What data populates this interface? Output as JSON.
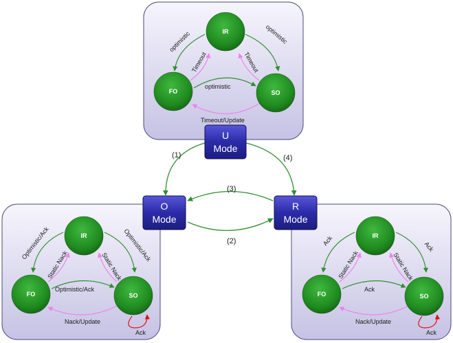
{
  "colors": {
    "panel_fill_top": "#f3f2fa",
    "panel_fill_bottom": "#c9c6e6",
    "panel_stroke": "#4b4a7e",
    "state_fill": "#2f9a2f",
    "state_fill_dark": "#1d6e1d",
    "mode_fill": "#2a2a9c",
    "mode_fill_light": "#4a4ad0",
    "green_arrow": "#2f8f2f",
    "pink_arrow": "#ee82ee",
    "red_arrow": "#e01010"
  },
  "modes": {
    "u": {
      "line1": "U",
      "line2": "Mode"
    },
    "o": {
      "line1": "O",
      "line2": "Mode"
    },
    "r": {
      "line1": "R",
      "line2": "Mode"
    }
  },
  "mode_transitions": {
    "u_to_o": "(1)",
    "o_to_r": "(2)",
    "r_to_o": "(3)",
    "u_to_r": "(4)"
  },
  "u_panel": {
    "states": {
      "ir": "IR",
      "fo": "FO",
      "so": "SO"
    },
    "labels": {
      "fo_to_ir": "optimistic",
      "ir_to_so": "optimistic",
      "ir_to_fo": "Timeout",
      "so_to_ir": "Timeout",
      "fo_to_so": "optimistic",
      "so_to_fo": "Timeout/Update"
    }
  },
  "o_panel": {
    "states": {
      "ir": "IR",
      "fo": "FO",
      "so": "SO"
    },
    "labels": {
      "fo_to_ir": "Optimistic/Ack",
      "ir_to_so": "Optimistic/Ack",
      "ir_to_fo": "Static Nack",
      "so_to_ir": "Static Nack",
      "fo_to_so": "Optimistic/Ack",
      "so_to_fo": "Nack/Update",
      "so_self": "Ack"
    }
  },
  "r_panel": {
    "states": {
      "ir": "IR",
      "fo": "FO",
      "so": "SO"
    },
    "labels": {
      "fo_to_ir": "Ack",
      "ir_to_so": "Ack",
      "ir_to_fo": "Static Nack",
      "so_to_ir": "Static Nack",
      "fo_to_so": "Ack",
      "so_to_fo": "Nack/Update",
      "so_self": "Ack"
    }
  }
}
